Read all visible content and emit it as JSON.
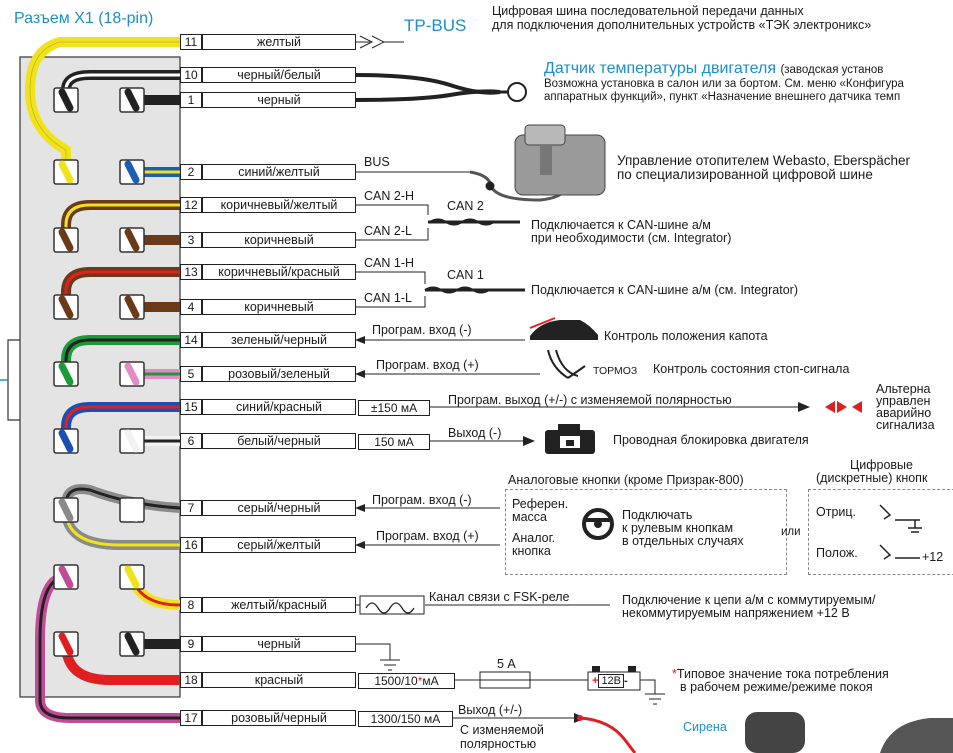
{
  "title": "Разъем X1 (18-pin)",
  "tpbus": {
    "label": "TP-BUS",
    "desc1": "Цифровая шина последовательной передачи данных",
    "desc2": "для подключения дополнительных устройств «ТЭК электроникс»"
  },
  "pins": [
    {
      "num": "11",
      "color": "желтый"
    },
    {
      "num": "10",
      "color": "черный/белый"
    },
    {
      "num": "1",
      "color": "черный"
    },
    {
      "num": "2",
      "color": "синий/желтый"
    },
    {
      "num": "12",
      "color": "коричневый/желтый"
    },
    {
      "num": "3",
      "color": "коричневый"
    },
    {
      "num": "13",
      "color": "коричневый/красный"
    },
    {
      "num": "4",
      "color": "коричневый"
    },
    {
      "num": "14",
      "color": "зеленый/черный"
    },
    {
      "num": "5",
      "color": "розовый/зеленый"
    },
    {
      "num": "15",
      "color": "синий/красный"
    },
    {
      "num": "6",
      "color": "белый/черный"
    },
    {
      "num": "7",
      "color": "серый/черный"
    },
    {
      "num": "16",
      "color": "серый/желтый"
    },
    {
      "num": "8",
      "color": "желтый/красный"
    },
    {
      "num": "9",
      "color": "черный"
    },
    {
      "num": "18",
      "color": "красный"
    },
    {
      "num": "17",
      "color": "розовый/черный"
    }
  ],
  "temp_sensor": {
    "title": "Датчик температуры двигателя",
    "note": "(заводская установ",
    "line1": "Возможна установка в салон или за бортом. См. меню «Конфигура",
    "line2": "аппаратных функций», пункт «Назначение внешнего датчика темп"
  },
  "bus": {
    "label": "BUS",
    "desc1": "Управление отопителем Webasto, Eberspächer",
    "desc2": "по специализированной цифровой шине"
  },
  "can2": {
    "h": "CAN 2-H",
    "l": "CAN 2-L",
    "name": "CAN 2",
    "desc1": "Подключается к CAN-шине а/м",
    "desc2": "при необходимости (см. Integrator)"
  },
  "can1": {
    "h": "CAN 1-H",
    "l": "CAN 1-L",
    "name": "CAN 1",
    "desc": "Подключается к CAN-шине а/м (см. Integrator)"
  },
  "inputs": {
    "in_minus": "Програм. вход (-)",
    "in_plus": "Програм. вход (+)",
    "hood": "Контроль положения капота",
    "brake_tag": "ТОРМОЗ",
    "brake": "Контроль состояния стоп-сигнала"
  },
  "outputs": {
    "out_polarity": "Програм. выход (+/-) с изменяемой полярностью",
    "current150": "±150 мА",
    "alt1": "Альтерна",
    "alt2": "управлен",
    "alt3": "аварийно",
    "alt4": "сигнализа",
    "out_minus": "Выход (-)",
    "current150b": "150 мА",
    "immob": "Проводная блокировка двигателя"
  },
  "buttons": {
    "analog_title": "Аналоговые кнопки (кроме Призрак-800)",
    "digital_title1": "Цифровые",
    "digital_title2": "(дискретные) кнопк",
    "ref1": "Референ.",
    "ref2": "масса",
    "an1": "Аналог.",
    "an2": "кнопка",
    "connect1": "Подключать",
    "connect2": "к рулевым кнопкам",
    "connect3": "в отдельных случаях",
    "or": "или",
    "neg": "Отриц.",
    "pos": "Полож.",
    "plus12": "+12"
  },
  "fsk": {
    "label": "Канал связи с FSK-реле",
    "desc1": "Подключение к цепи а/м с коммутируемым/",
    "desc2": "некоммутируемым напряжением +12 В"
  },
  "power": {
    "current": "1500/10",
    "star": "*",
    "unit": "мА",
    "fuse": "5 А",
    "battery": "12В",
    "note_star": "*",
    "note1": "Типовое значение тока потребления",
    "note2": "в рабочем режиме/режиме покоя"
  },
  "siren": {
    "current": "1300/150 мА",
    "out": "Выход (+/-)",
    "pol1": "С изменяемой",
    "pol2": "полярностью",
    "name": "Сирена"
  }
}
